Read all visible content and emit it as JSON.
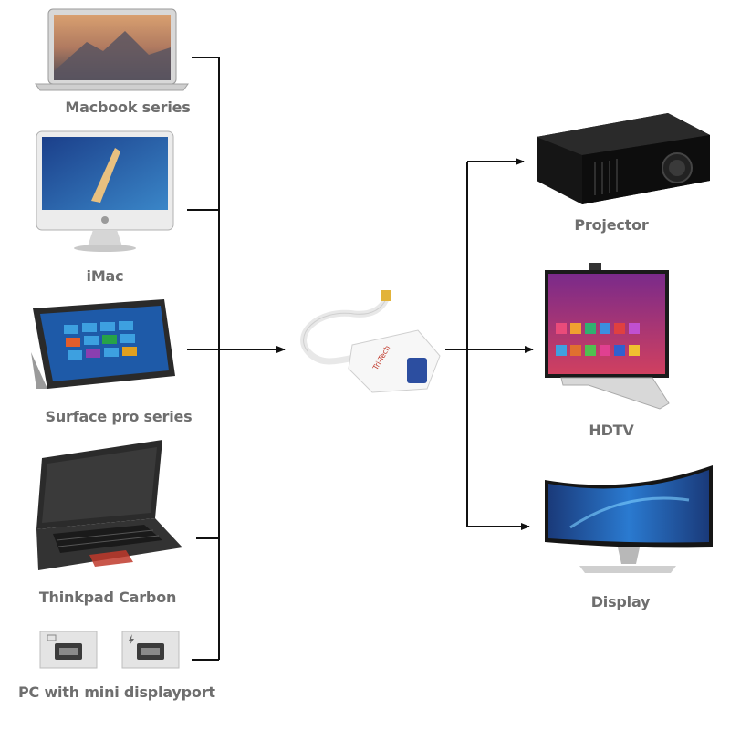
{
  "sources": [
    {
      "label": "Macbook series",
      "icon": "macbook-laptop"
    },
    {
      "label": "iMac",
      "icon": "imac-desktop"
    },
    {
      "label": "Surface pro series",
      "icon": "surface-tablet"
    },
    {
      "label": "Thinkpad Carbon",
      "icon": "thinkpad-laptop"
    },
    {
      "label": "PC with mini displayport",
      "icon": "mini-displayport-ports"
    }
  ],
  "adapter": {
    "icon": "mini-displayport-to-vga-adapter",
    "brand_mark": "Tri-Tech"
  },
  "targets": [
    {
      "label": "Projector",
      "icon": "projector"
    },
    {
      "label": "HDTV",
      "icon": "hdtv"
    },
    {
      "label": "Display",
      "icon": "curved-display"
    }
  ],
  "colors": {
    "label": "#6e6e6e",
    "connector": "#111111"
  }
}
